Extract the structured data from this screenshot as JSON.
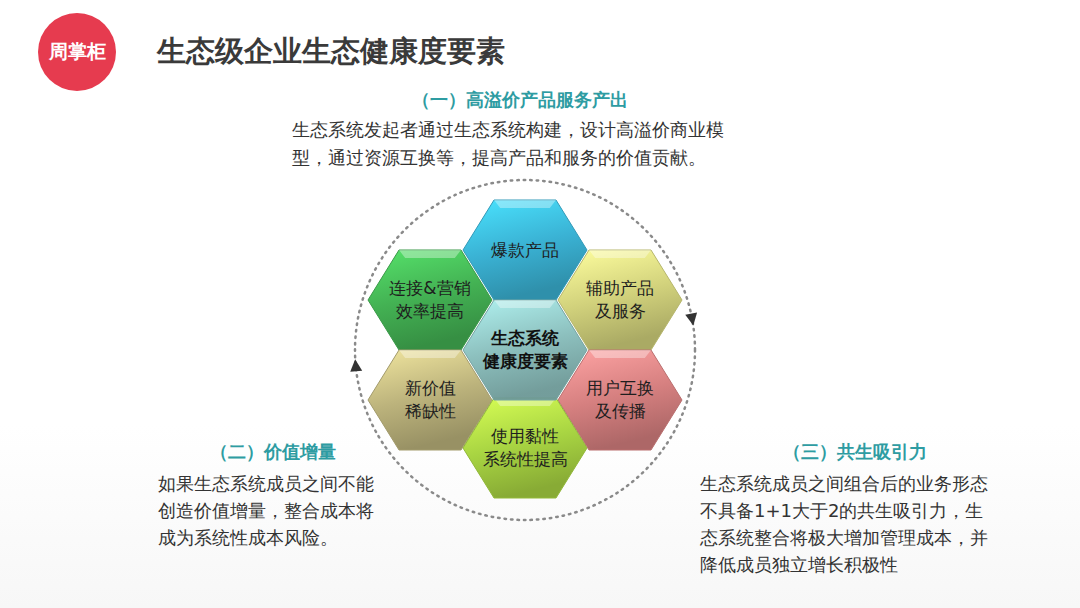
{
  "diagram": {
    "title": "生态级企业生态健康度要素",
    "nodes": [
      {
        "text": [
          "周掌柜"
        ]
      },
      {
        "text": [
          "爆款产品"
        ]
      },
      {
        "text": [
          "连接&营销 效率提高"
        ]
      },
      {
        "text": [
          "辅助产品 及服务"
        ]
      },
      {
        "text": [
          "生态系统 健康度要素"
        ]
      },
      {
        "text": [
          "新价值 稀缺性"
        ]
      },
      {
        "text": [
          "用户互换 及传播"
        ]
      },
      {
        "text": [
          "使用黏性 系统性提高"
        ]
      }
    ],
    "labels": [
      "（一）高溢价产品服务产出",
      "生态系统发起者通过生态系统构建，设计高溢价商业模型，通过资源互换等，提高产品和服务的价值贡献。",
      "（二）价值增量",
      "如果生态系统成员之间不能创造价值增量，整合成本将成为系统性成本风险。",
      "（三）共生吸引力",
      "生态系统成员之间组合后的业务形态不具备1+1大于2的共生吸引力，生态系统整合将极大增加管理成本，并降低成员独立增长积极性"
    ]
  }
}
